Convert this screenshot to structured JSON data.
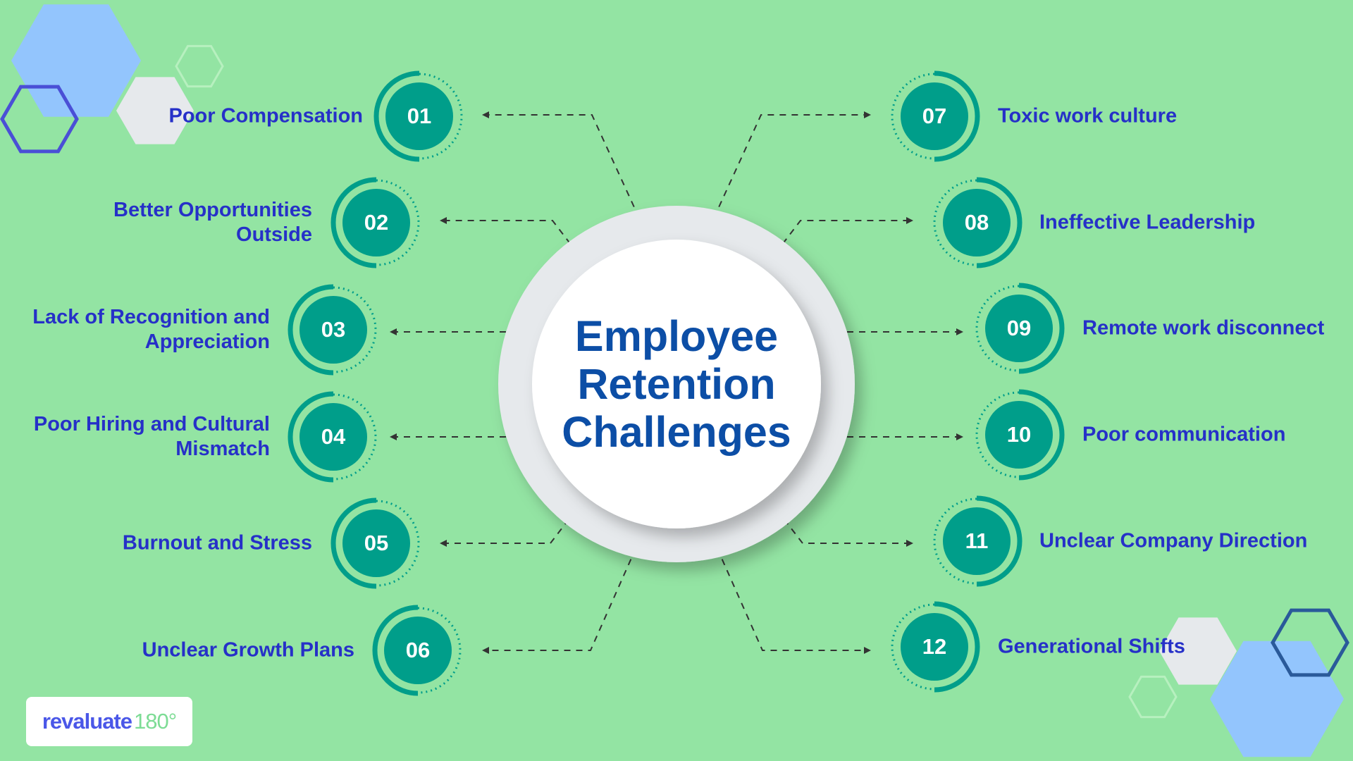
{
  "title": "Employee Retention Challenges",
  "title_lines": [
    "Employee",
    "Retention",
    "Challenges"
  ],
  "logo": {
    "brand": "revaluate",
    "suffix": "180°"
  },
  "colors": {
    "background": "#93e4a3",
    "teal": "#009e8a",
    "label": "#2630c8",
    "title": "#0c4ea6"
  },
  "left_items": [
    {
      "num": "01",
      "lines": [
        "Poor Compensation"
      ]
    },
    {
      "num": "02",
      "lines": [
        "Better Opportunities",
        "Outside"
      ]
    },
    {
      "num": "03",
      "lines": [
        "Lack of Recognition and",
        "Appreciation"
      ]
    },
    {
      "num": "04",
      "lines": [
        "Poor Hiring and Cultural",
        "Mismatch"
      ]
    },
    {
      "num": "05",
      "lines": [
        "Burnout and Stress"
      ]
    },
    {
      "num": "06",
      "lines": [
        "Unclear Growth Plans"
      ]
    }
  ],
  "right_items": [
    {
      "num": "07",
      "lines": [
        "Toxic work culture"
      ]
    },
    {
      "num": "08",
      "lines": [
        "Ineffective Leadership"
      ]
    },
    {
      "num": "09",
      "lines": [
        "Remote work disconnect"
      ]
    },
    {
      "num": "10",
      "lines": [
        "Poor communication"
      ]
    },
    {
      "num": "11",
      "lines": [
        "Unclear Company Direction"
      ]
    },
    {
      "num": "12",
      "lines": [
        "Generational Shifts"
      ]
    }
  ]
}
